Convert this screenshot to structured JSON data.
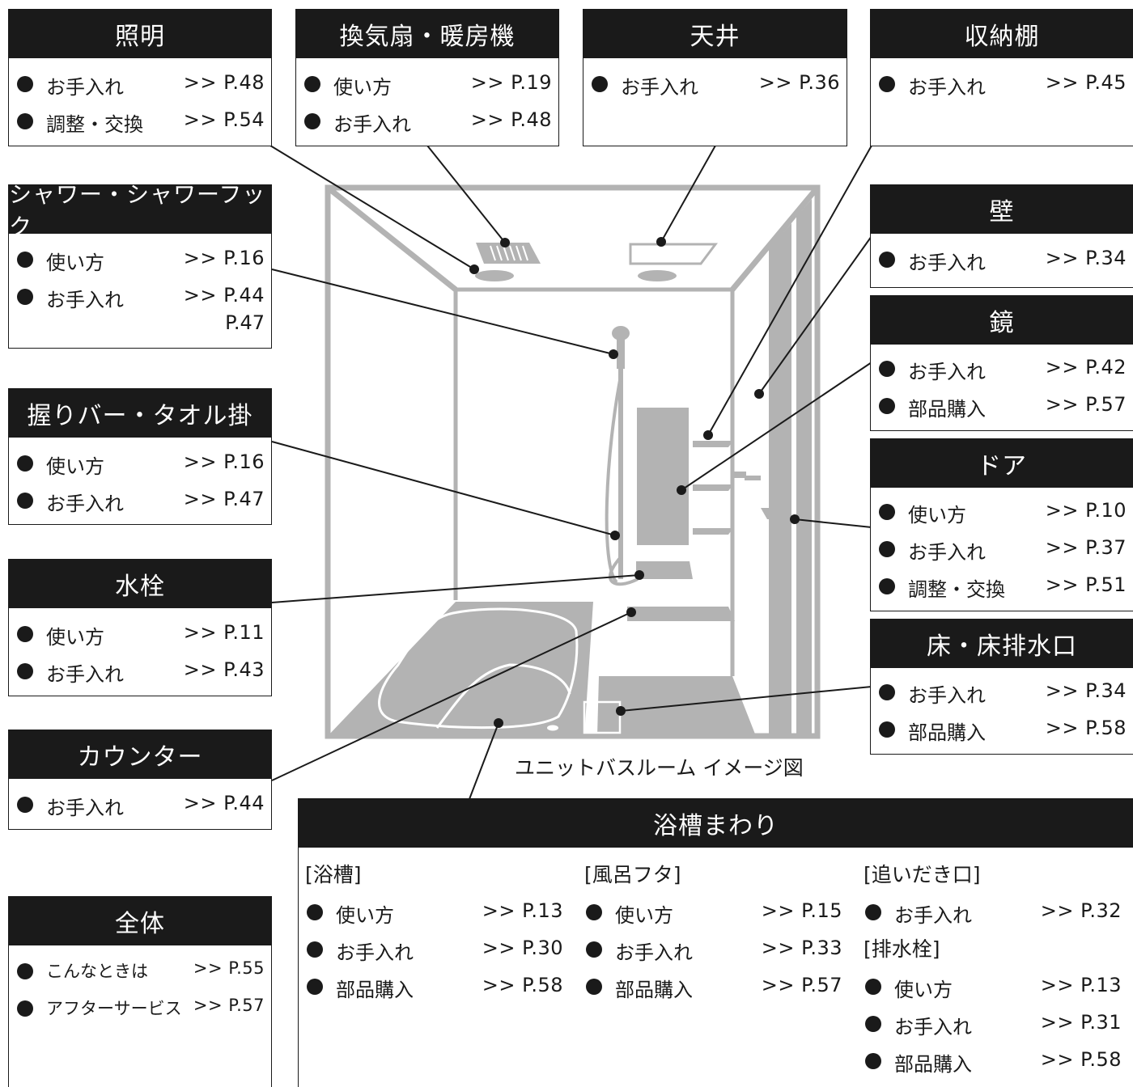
{
  "lighting": {
    "title": "照明",
    "items": [
      {
        "label": "お手入れ",
        "page": ">> P.48"
      },
      {
        "label": "調整・交換",
        "page": ">> P.54"
      }
    ]
  },
  "fan": {
    "title": "換気扇・暖房機",
    "items": [
      {
        "label": "使い方",
        "page": ">> P.19"
      },
      {
        "label": "お手入れ",
        "page": ">> P.48"
      }
    ]
  },
  "ceiling": {
    "title": "天井",
    "items": [
      {
        "label": "お手入れ",
        "page": ">> P.36"
      }
    ]
  },
  "shelf": {
    "title": "収納棚",
    "items": [
      {
        "label": "お手入れ",
        "page": ">> P.45"
      }
    ]
  },
  "shower": {
    "title": "シャワー・シャワーフック",
    "items": [
      {
        "label": "使い方",
        "page": ">> P.16"
      },
      {
        "label": "お手入れ",
        "page": ">> P.44",
        "page2": "P.47"
      }
    ]
  },
  "grab": {
    "title": "握りバー・タオル掛",
    "items": [
      {
        "label": "使い方",
        "page": ">> P.16"
      },
      {
        "label": "お手入れ",
        "page": ">> P.47"
      }
    ]
  },
  "faucet": {
    "title": "水栓",
    "items": [
      {
        "label": "使い方",
        "page": ">> P.11"
      },
      {
        "label": "お手入れ",
        "page": ">> P.43"
      }
    ]
  },
  "counter": {
    "title": "カウンター",
    "items": [
      {
        "label": "お手入れ",
        "page": ">> P.44"
      }
    ]
  },
  "whole": {
    "title": "全体",
    "items": [
      {
        "label": "こんなときは",
        "page": ">> P.55"
      },
      {
        "label": "アフターサービス",
        "page": ">> P.57"
      }
    ]
  },
  "wall": {
    "title": "壁",
    "items": [
      {
        "label": "お手入れ",
        "page": ">> P.34"
      }
    ]
  },
  "mirror": {
    "title": "鏡",
    "items": [
      {
        "label": "お手入れ",
        "page": ">> P.42"
      },
      {
        "label": "部品購入",
        "page": ">> P.57"
      }
    ]
  },
  "door": {
    "title": "ドア",
    "items": [
      {
        "label": "使い方",
        "page": ">> P.10"
      },
      {
        "label": "お手入れ",
        "page": ">> P.37"
      },
      {
        "label": "調整・交換",
        "page": ">> P.51"
      }
    ]
  },
  "floor": {
    "title": "床・床排水口",
    "items": [
      {
        "label": "お手入れ",
        "page": ">> P.34"
      },
      {
        "label": "部品購入",
        "page": ">> P.58"
      }
    ]
  },
  "caption": "ユニットバスルーム イメージ図",
  "bath": {
    "title": "浴槽まわり",
    "tub": {
      "heading": "[浴槽]",
      "items": [
        {
          "label": "使い方",
          "page": ">> P.13"
        },
        {
          "label": "お手入れ",
          "page": ">> P.30"
        },
        {
          "label": "部品購入",
          "page": ">> P.58"
        }
      ]
    },
    "lid": {
      "heading": "[風呂フタ]",
      "items": [
        {
          "label": "使い方",
          "page": ">> P.15"
        },
        {
          "label": "お手入れ",
          "page": ">> P.33"
        },
        {
          "label": "部品購入",
          "page": ">> P.57"
        }
      ]
    },
    "reheat": {
      "heading": "[追いだき口]",
      "items": [
        {
          "label": "お手入れ",
          "page": ">> P.32"
        }
      ]
    },
    "drain": {
      "heading": "[排水栓]",
      "items": [
        {
          "label": "使い方",
          "page": ">> P.13"
        },
        {
          "label": "お手入れ",
          "page": ">> P.31"
        },
        {
          "label": "部品購入",
          "page": ">> P.58"
        }
      ]
    }
  },
  "colors": {
    "ink": "#1a1a1a",
    "fixture_gray": "#b3b3b3",
    "header_text": "#ffffff"
  }
}
